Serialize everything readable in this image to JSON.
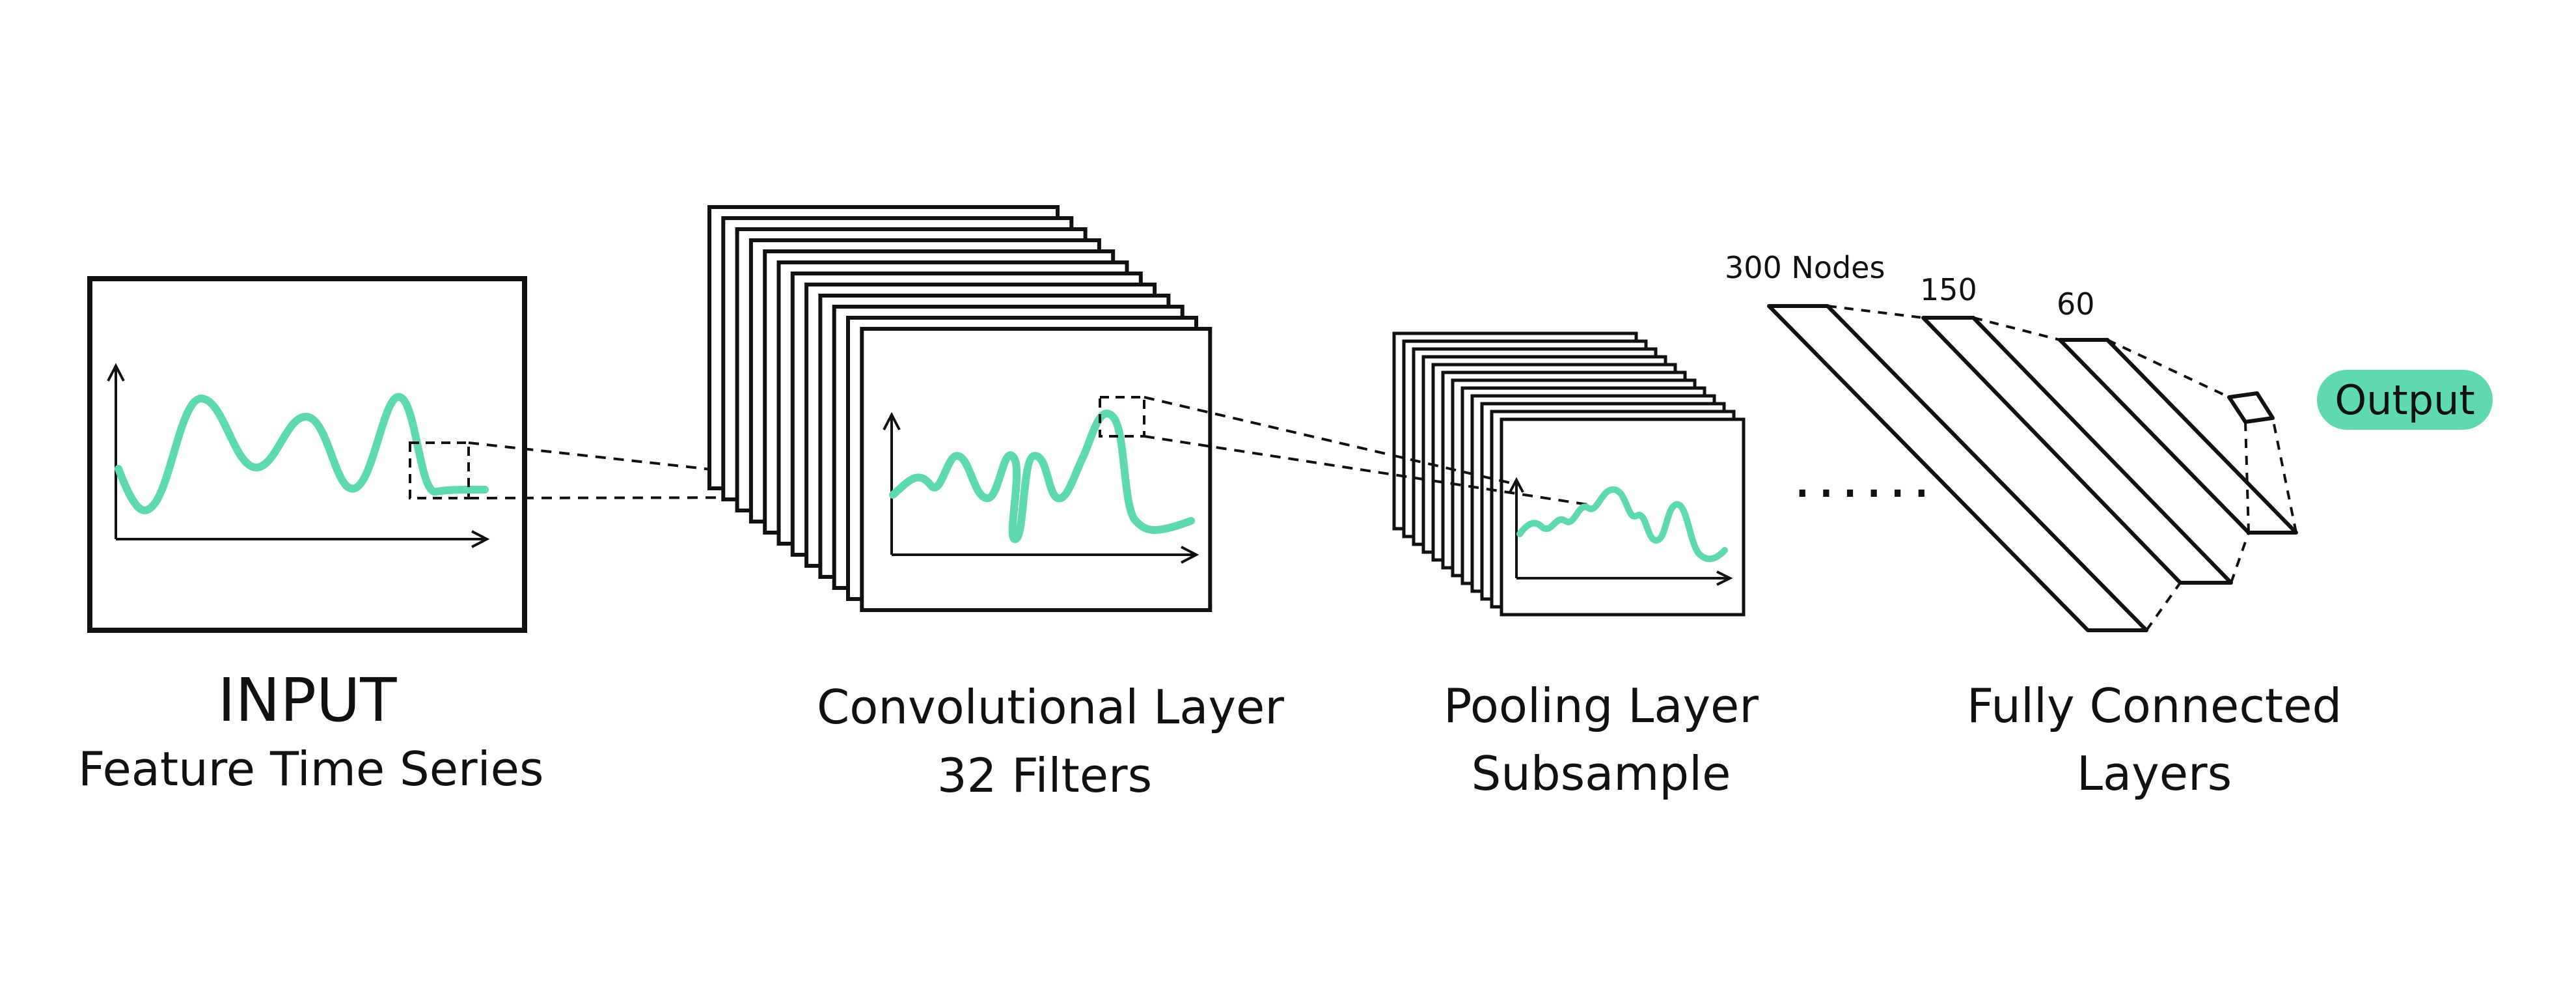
{
  "input": {
    "title": "INPUT",
    "subtitle": "Feature Time Series"
  },
  "conv": {
    "line1": "Convolutional Layer",
    "line2": "32 Filters"
  },
  "pool": {
    "line1": "Pooling Layer",
    "line2": "Subsample"
  },
  "fc": {
    "line1": "Fully Connected",
    "line2": "Layers",
    "node_labels": [
      "300 Nodes",
      "150",
      "60"
    ]
  },
  "ellipsis": "......",
  "output": {
    "label": "Output"
  },
  "colors": {
    "accent": "#5fd9b0",
    "stroke": "#111111"
  }
}
